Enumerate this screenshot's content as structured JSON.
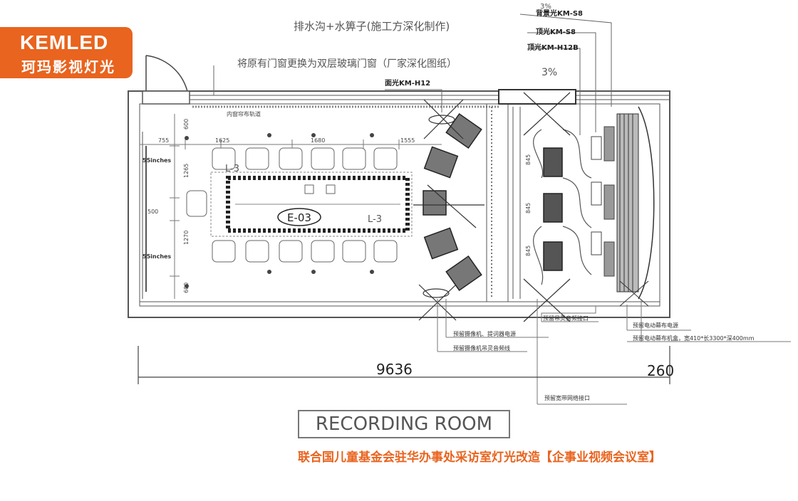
{
  "logo": {
    "brand": "KEMLED",
    "subtitle": "珂玛影视灯光"
  },
  "notes": {
    "drainage": "排水沟+水箅子(施工方深化制作)",
    "window": "将原有门窗更换为双层玻璃门窗（厂家深化图纸）",
    "slope": "3%",
    "slope_top": "3%"
  },
  "fixtures": {
    "backlight": "背景光KM-S8",
    "toplight": "顶光KM-S8",
    "toplight_h12b": "顶光KM-H12B",
    "facelight": "面光KM-H12"
  },
  "labels": {
    "curtain_track": "内窗帘布轨道",
    "screen_upper": "55inches",
    "screen_lower": "55inches",
    "table_id": "E-03",
    "l3_left": "L-3",
    "l3_right": "L-3"
  },
  "dims": {
    "d755": "755",
    "d1625": "1625",
    "d1680": "1680",
    "d1555": "1555",
    "d600a": "600",
    "d1265": "1265",
    "d500": "500",
    "d1270": "1270",
    "d600b": "600",
    "d845a": "845",
    "d845b": "845",
    "d845c": "845",
    "total_width": "9636",
    "side_width": "260"
  },
  "callouts": {
    "audio_interface": "预留吊灵音频接口",
    "camera_power": "预留摄像机、提词器电源",
    "camera_audio": "预留摄像机吊灵音频线",
    "network": "预留宽带网络接口",
    "screen_power": "预留电动幕布电源",
    "screen_box": "预留电动幕布机盒，宽410*长3300*深400mm"
  },
  "room_title": "RECORDING ROOM",
  "caption": "联合国儿童基金会驻华办事处采访室灯光改造【企事业视频会议室】"
}
